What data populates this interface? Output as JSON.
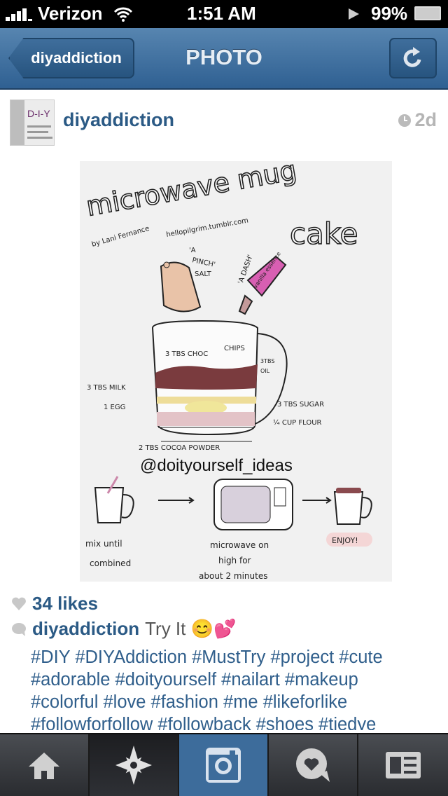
{
  "status_bar": {
    "carrier": "Verizon",
    "time": "1:51 AM",
    "battery": "99%"
  },
  "nav": {
    "back_label": "diyaddiction",
    "title": "PHOTO",
    "refresh_icon": "refresh-icon"
  },
  "post": {
    "username": "diyaddiction",
    "age": "2d",
    "avatar_text": "D-I-Y",
    "image": {
      "title_line1": "microwave mug",
      "title_line2": "cake",
      "credit1": "by Lani Fernance",
      "credit2": "hellopilgrim.tumblr.com",
      "salt": [
        "'A",
        "PINCH'",
        "SALT"
      ],
      "dash": "'A DASH'",
      "vanilla": "vanilla essence",
      "choc": "3 TBS CHOC",
      "chips": "CHIPS",
      "oil": [
        "3TBS",
        "OIL"
      ],
      "milk": "3 TBS MILK",
      "egg": "1 EGG",
      "sugar": "3 TBS SUGAR",
      "flour": "¼ CUP FLOUR",
      "cocoa": "2 TBS COCOA POWDER",
      "watermark": "@doityourself_ideas",
      "step1": [
        "mix until",
        "combined"
      ],
      "step2": [
        "microwave on",
        "high for",
        "about 2 minutes"
      ],
      "step3": "ENJOY!"
    },
    "likes": "34 likes",
    "comment_user": "diyaddiction",
    "comment_text": "Try It 😊💕",
    "hashtag_lines": [
      "#DIY #DIYAddiction #MustTry  #project #cute",
      "#adorable #doityourself  #nailart #makeup",
      "#colorful #love #fashion #me #likeforlike",
      "#followforfollow #followback #shoes #tiedye"
    ]
  },
  "tabbar": {
    "active": "camera",
    "tabs": [
      "home",
      "explore",
      "camera",
      "news",
      "profile"
    ]
  },
  "colors": {
    "nav_blue": "#3f6e9c",
    "link_blue": "#2b5a85",
    "active_tab": "#3d6c9b"
  }
}
